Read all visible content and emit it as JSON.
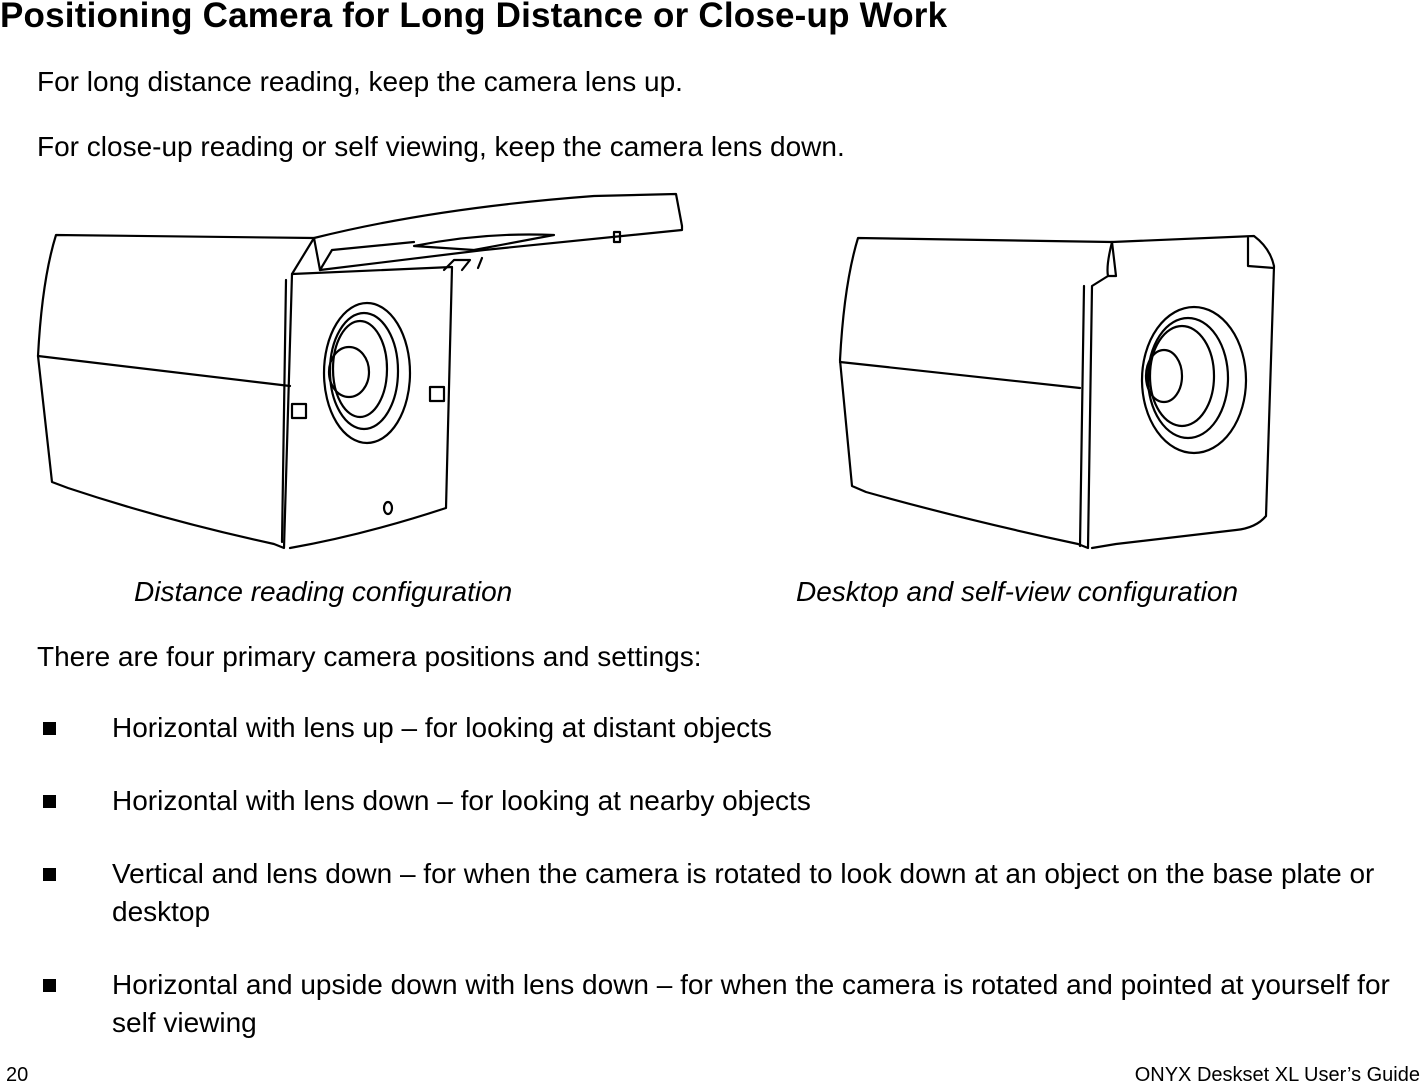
{
  "heading": "Positioning Camera for Long Distance or Close-up Work",
  "intro": [
    "For long distance reading, keep the camera lens up.",
    "For close-up reading or self viewing, keep the camera lens down."
  ],
  "figures": [
    {
      "caption": "Distance reading configuration",
      "icon": "camera-lens-up-illustration"
    },
    {
      "caption": "Desktop and self-view configuration",
      "icon": "camera-lens-down-illustration"
    }
  ],
  "list_intro": "There are four primary camera positions and settings:",
  "bullets": [
    "Horizontal with lens up – for looking at distant objects",
    "Horizontal with lens down – for looking at nearby objects",
    "Vertical and lens down – for when the camera is rotated to look down at an object on the base plate or desktop",
    "Horizontal and upside down with lens down – for when the camera is rotated and pointed at yourself for self viewing"
  ],
  "footer": {
    "page_number": "20",
    "guide_title": "ONYX Deskset XL User’s Guide"
  }
}
